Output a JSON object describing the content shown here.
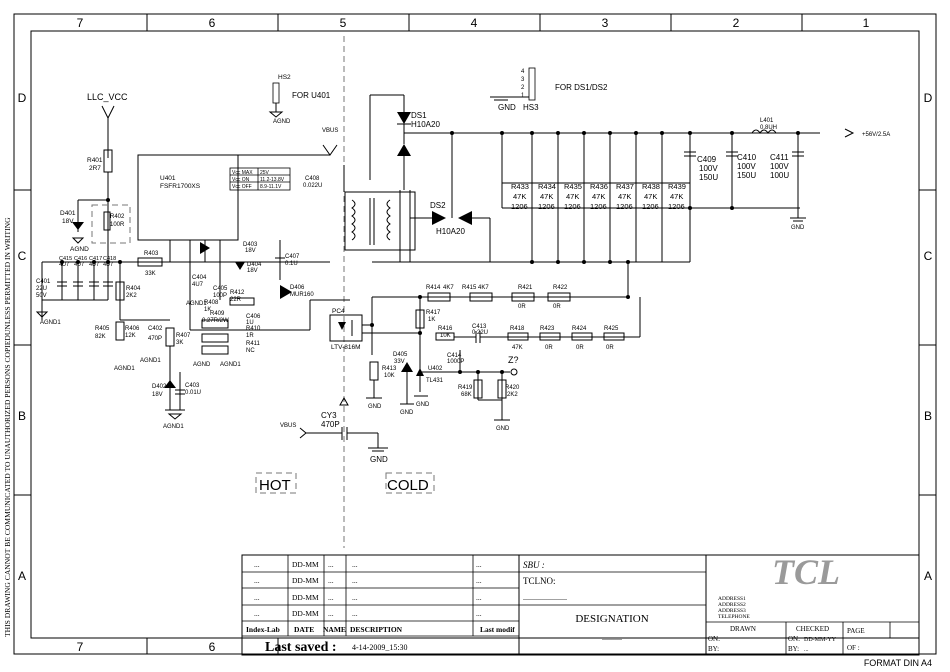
{
  "side_note": "THIS DRAWING CANNOT BE COMMUNICATED TO UNAUTHORIZED PERSONS COPIEDUNLESS PERMITTED IN WRITING",
  "format": "FORMAT DIN A4",
  "grid": {
    "columns_top": [
      "7",
      "6",
      "5",
      "4",
      "3",
      "2",
      "1"
    ],
    "columns_bottom": [
      "7",
      "6"
    ],
    "rows": [
      "D",
      "C",
      "B",
      "A"
    ]
  },
  "labels": {
    "llc_vcc": "LLC_VCC",
    "for_u401": "FOR U401",
    "for_ds": "FOR DS1/DS2",
    "hs2": "HS2",
    "hs3": "HS3",
    "gnd": "GND",
    "agnd": "AGND",
    "agnd1": "AGND1",
    "vbus": "VBUS",
    "hot": "HOT",
    "cold": "COLD",
    "output": "+56V/2.5A",
    "zq": "Z?"
  },
  "ic_u401": {
    "ref": "U401",
    "part": "FSFR1700XS"
  },
  "vcc_table": [
    [
      "Vcc MAX",
      "25V"
    ],
    [
      "Vcc ON",
      "11.2-13.8V"
    ],
    [
      "Vcc OFF",
      "8.9-11.1V"
    ]
  ],
  "diodes": {
    "ds1_ref": "DS1",
    "ds1_part": "H10A20",
    "ds2_ref": "DS2",
    "ds2_part": "H10A20",
    "d401": "D401",
    "d401_v": "18V",
    "d402": "D402",
    "d402_v": "18V",
    "d403": "D403",
    "d403_v": "18V",
    "d404": "D404",
    "d404_v": "18V",
    "d405": "D405",
    "d405_v": "33V",
    "d406": "D406",
    "d406_p": "MUR160"
  },
  "resistor_bank": [
    {
      "ref": "R433",
      "v1": "47K",
      "v2": "1206"
    },
    {
      "ref": "R434",
      "v1": "47K",
      "v2": "1206"
    },
    {
      "ref": "R435",
      "v1": "47K",
      "v2": "1206"
    },
    {
      "ref": "R436",
      "v1": "47K",
      "v2": "1206"
    },
    {
      "ref": "R437",
      "v1": "47K",
      "v2": "1206"
    },
    {
      "ref": "R438",
      "v1": "47K",
      "v2": "1206"
    },
    {
      "ref": "R439",
      "v1": "47K",
      "v2": "1206"
    }
  ],
  "caps_out": [
    {
      "ref": "C409",
      "v1": "100V",
      "v2": "150U"
    },
    {
      "ref": "C410",
      "v1": "100V",
      "v2": "150U"
    },
    {
      "ref": "C411",
      "v1": "100V",
      "v2": "100U"
    }
  ],
  "l401": {
    "ref": "L401",
    "v": "0.8UH"
  },
  "parts": {
    "r401": [
      "R401",
      "2R7"
    ],
    "r402": [
      "R402",
      "100R"
    ],
    "r403": [
      "R403",
      "33K"
    ],
    "r404": [
      "R404",
      "2K2"
    ],
    "r405": [
      "R405",
      "82K"
    ],
    "r406": [
      "R406",
      "12K"
    ],
    "r407": [
      "R407",
      "3K"
    ],
    "r408": [
      "R408",
      "1K"
    ],
    "r409": [
      "R409",
      "0.27R/2W"
    ],
    "r410": [
      "R410",
      "1R"
    ],
    "r411": [
      "R411",
      "NC"
    ],
    "r412": [
      "R412",
      "22R"
    ],
    "r413": [
      "R413",
      "10K"
    ],
    "r414": [
      "R414",
      "4K7"
    ],
    "r415": [
      "R415",
      "4K7"
    ],
    "r416": [
      "R416",
      "10K"
    ],
    "r417": [
      "R417",
      "1K"
    ],
    "r418": [
      "R418",
      "47K"
    ],
    "r419": [
      "R419",
      "68K"
    ],
    "r420": [
      "R420",
      "2K2"
    ],
    "r421": [
      "R421",
      "0R"
    ],
    "r422": [
      "R422",
      "0R"
    ],
    "r423": [
      "R423",
      "0R"
    ],
    "r424": [
      "R424",
      "0R"
    ],
    "r425": [
      "R425",
      "0R"
    ],
    "c401": [
      "C401",
      "22U",
      "50V"
    ],
    "c402": [
      "C402",
      "470P"
    ],
    "c403": [
      "C403",
      "0.01U"
    ],
    "c404": [
      "C404",
      "4U7"
    ],
    "c405": [
      "C405",
      "100P"
    ],
    "c406": [
      "C406",
      "1U"
    ],
    "c407": [
      "C407",
      "0.1U"
    ],
    "c408": [
      "C408",
      "0.022U"
    ],
    "c413": [
      "C413",
      "0.22U"
    ],
    "c414": [
      "C414",
      "1000P"
    ],
    "c415": [
      "C415",
      "4U7"
    ],
    "c416": [
      "C416",
      "4U7"
    ],
    "c417": [
      "C417",
      "4U7"
    ],
    "c418": [
      "C418",
      "4U7"
    ],
    "pc4": [
      "PC4",
      "LTV-816M"
    ],
    "u402": [
      "U402",
      "TL431"
    ],
    "cy3": [
      "CY3",
      "470P"
    ]
  },
  "title_block": {
    "rows": [
      [
        "...",
        "DD-MM",
        "...",
        "...",
        "..."
      ],
      [
        "...",
        "DD-MM",
        "...",
        "...",
        "..."
      ],
      [
        "...",
        "DD-MM",
        "...",
        "...",
        "..."
      ],
      [
        "...",
        "DD-MM",
        "...",
        "...",
        "..."
      ]
    ],
    "header": [
      "Index-Lab",
      "DATE",
      "NAME",
      "DESCRIPTION",
      "Last modif"
    ],
    "last_saved_label": "Last saved :",
    "last_saved_value": "4-14-2009_15:30",
    "sbu": "SBU :",
    "tclno": "TCLNO:",
    "tclno_dots": "......................",
    "designation": "DESIGNATION",
    "designation_dots": "..........",
    "logo": "TCL",
    "address": [
      "ADDRESS1",
      "ADDRESS2",
      "ADDRESS3",
      "TELEPHONE"
    ],
    "drawn": "DRAWN",
    "checked": "CHECKED",
    "page": "PAGE",
    "on": "ON:",
    "by": "BY:",
    "of": "OF :",
    "checked_on": "DD-MM-YY",
    "checked_by": "..."
  }
}
